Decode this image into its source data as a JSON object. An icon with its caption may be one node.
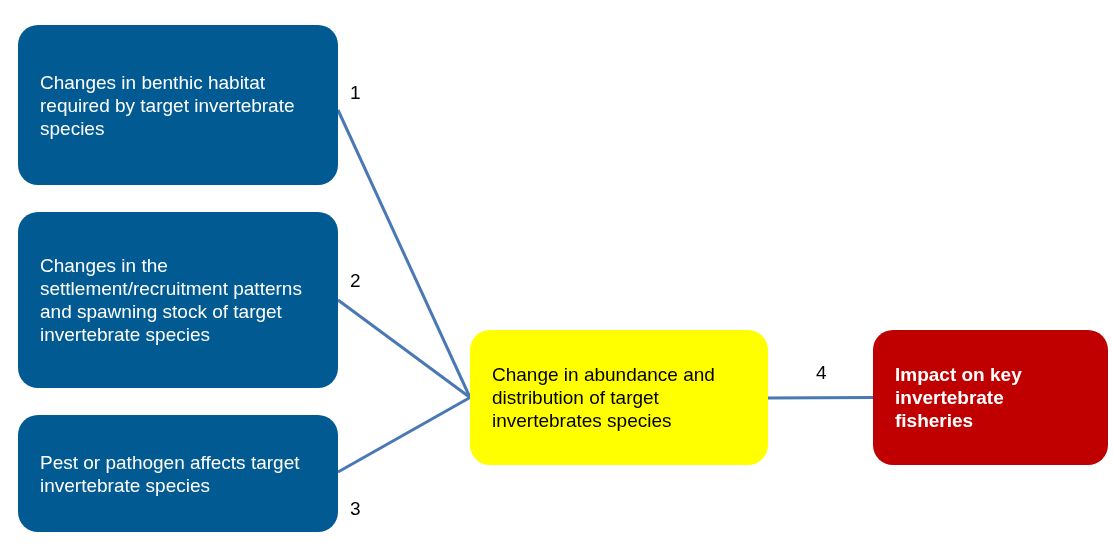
{
  "diagram": {
    "nodes": [
      {
        "text": [
          "Changes in benthic habitat required by target invertebrate species"
        ]
      },
      {
        "text": [
          "Changes in the settlement/recruitment patterns and spawning stock of target invertebrate species"
        ]
      },
      {
        "text": [
          "Pest or pathogen affects target invertebrate species"
        ]
      },
      {
        "text": [
          "Change in abundance and distribution of target invertebrates species"
        ]
      },
      {
        "text": [
          "Impact on key invertebrate fisheries"
        ]
      }
    ],
    "edges": [
      {
        "from": 0,
        "to": 3,
        "arrow": "none",
        "label": "1"
      },
      {
        "from": 1,
        "to": 3,
        "arrow": "none",
        "label": "2"
      },
      {
        "from": 2,
        "to": 3,
        "arrow": "none",
        "label": "3"
      },
      {
        "from": 3,
        "to": 4,
        "arrow": "none",
        "label": "4"
      }
    ]
  }
}
